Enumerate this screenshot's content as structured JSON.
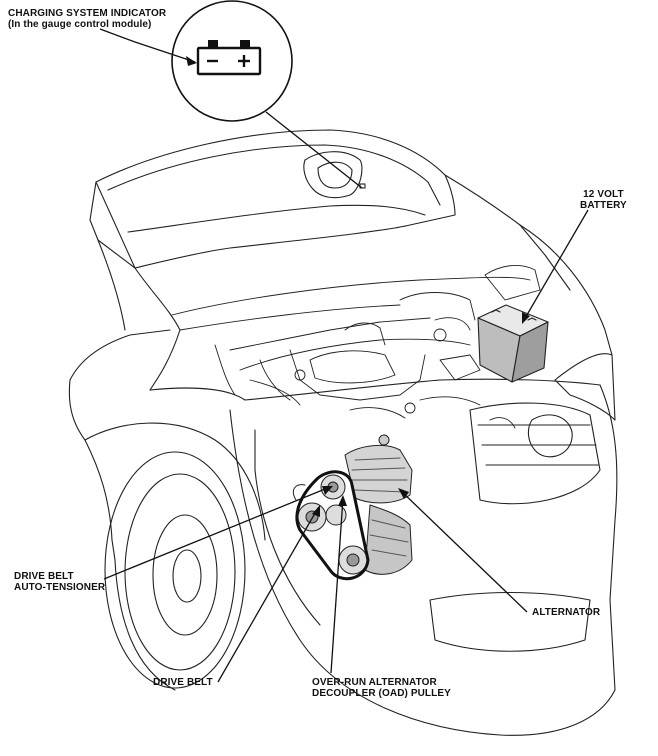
{
  "labels": {
    "charging_indicator": {
      "line1": "CHARGING SYSTEM INDICATOR",
      "line2": "(In the gauge control module)"
    },
    "battery": {
      "line1": "12 VOLT",
      "line2": "BATTERY"
    },
    "auto_tensioner": {
      "line1": "DRIVE BELT",
      "line2": "AUTO-TENSIONER"
    },
    "alternator": "ALTERNATOR",
    "drive_belt": "DRIVE BELT",
    "oad_pulley": {
      "line1": "OVER-RUN ALTERNATOR",
      "line2": "DECOUPLER (OAD) PULLEY"
    }
  },
  "icons": {
    "battery_symbol": "battery-warning-icon"
  }
}
